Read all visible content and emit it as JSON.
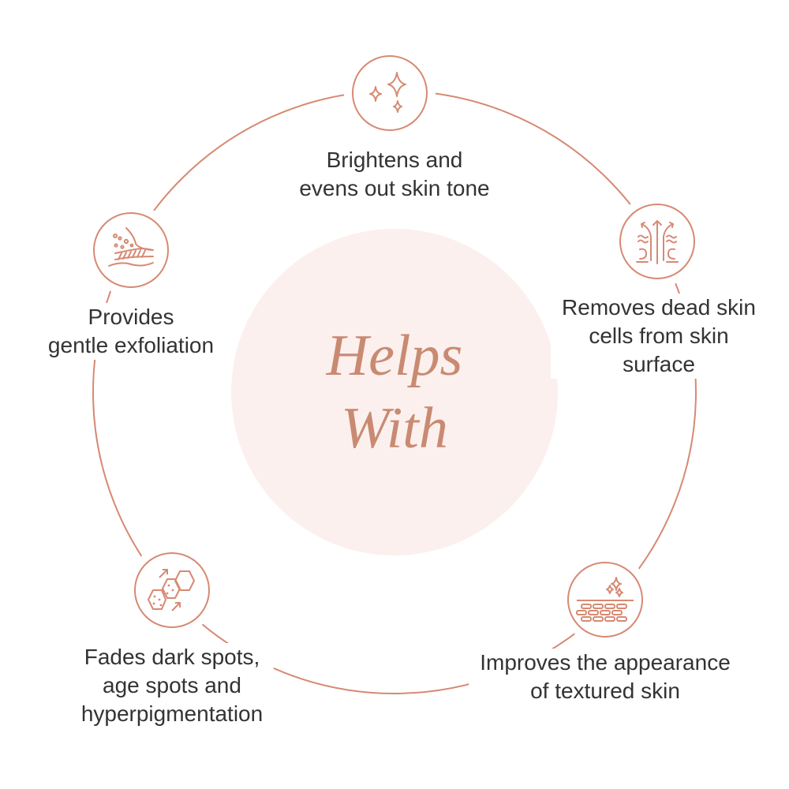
{
  "center": {
    "line1": "Helps",
    "line2": "With"
  },
  "colors": {
    "accent": "#D68A73",
    "center_fill": "#FBF0EE",
    "text": "#333333",
    "title": "#C98A72"
  },
  "items": [
    {
      "icon": "sparkles-icon",
      "lines": [
        "Brightens and",
        "evens out skin tone"
      ]
    },
    {
      "icon": "cell-renewal-icon",
      "lines": [
        "Removes dead skin",
        "cells from skin",
        "surface"
      ]
    },
    {
      "icon": "skin-texture-icon",
      "lines": [
        "Improves the appearance",
        "of textured skin"
      ]
    },
    {
      "icon": "pigment-cells-icon",
      "lines": [
        "Fades dark spots,",
        "age spots and",
        "hyperpigmentation"
      ]
    },
    {
      "icon": "exfoliation-icon",
      "lines": [
        "Provides",
        "gentle exfoliation"
      ]
    }
  ]
}
